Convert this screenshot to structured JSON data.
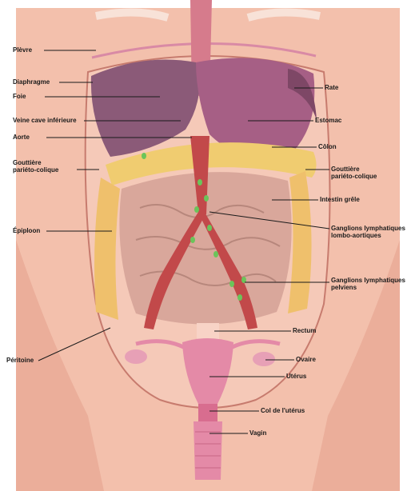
{
  "colors": {
    "page": "#ffffff",
    "skin": "#f3c0ac",
    "skin_shade": "#e49f8d",
    "peritoneum": "#f5c9b8",
    "liver": "#8b5a78",
    "stomach": "#a65f85",
    "colon": "#f0cc70",
    "intestine": "#d9a79b",
    "vessels": "#c2494a",
    "lymph": "#6bc45a",
    "uterus": "#e48aa7",
    "leader": "#1a1a1a"
  },
  "labels_left": {
    "plevre": "Plèvre",
    "diaphragme": "Diaphragme",
    "foie": "Foie",
    "veine_cave": "Veine cave inférieure",
    "aorte": "Aorte",
    "gouttiere_g_1": "Gouttière",
    "gouttiere_g_2": "pariéto-colique",
    "epiploon": "Épiploon",
    "peritoine": "Péritoine"
  },
  "labels_right": {
    "rate": "Rate",
    "estomac": "Estomac",
    "colon": "Côlon",
    "gouttiere_d_1": "Gouttière",
    "gouttiere_d_2": "pariéto-colique",
    "intestin": "Intestin grêle",
    "ganglions_lombo_1": "Ganglions lymphatiques",
    "ganglions_lombo_2": "lombo-aortiques",
    "ganglions_pelv_1": "Ganglions lymphatiques",
    "ganglions_pelv_2": "pelviens",
    "rectum": "Rectum",
    "ovaire": "Ovaire",
    "uterus": "Utérus",
    "col": "Col de l'utérus",
    "vagin": "Vagin"
  }
}
